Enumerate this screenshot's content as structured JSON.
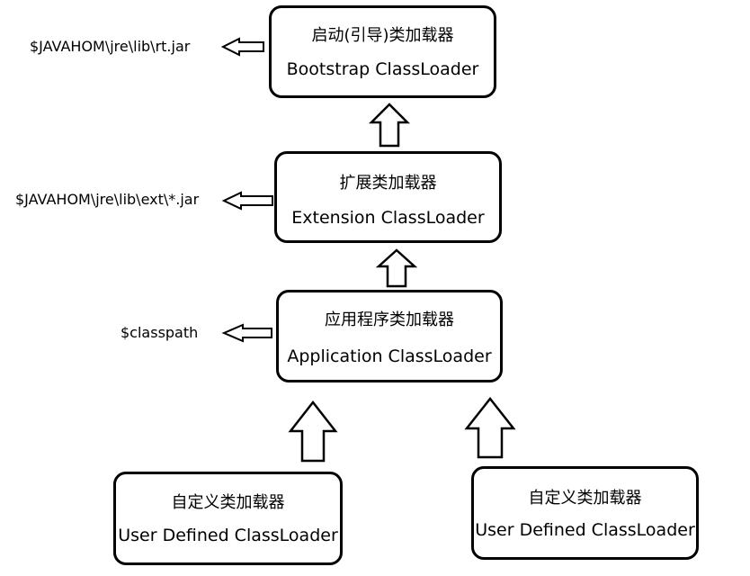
{
  "nodes": {
    "bootstrap": {
      "zh": "启动(引导)类加载器",
      "en": "Bootstrap ClassLoader"
    },
    "extension": {
      "zh": "扩展类加载器",
      "en": "Extension ClassLoader"
    },
    "application": {
      "zh": "应用程序类加载器",
      "en": "Application ClassLoader"
    },
    "user_left": {
      "zh": "自定义类加载器",
      "en": "User Defined ClassLoader"
    },
    "user_right": {
      "zh": "自定义类加载器",
      "en": "User Defined ClassLoader"
    }
  },
  "paths": {
    "bootstrap": "$JAVAHOM\\jre\\lib\\rt.jar",
    "extension": "$JAVAHOM\\jre\\lib\\ext\\*.jar",
    "application": "$classpath"
  },
  "colors": {
    "stroke": "#000000",
    "fill": "#ffffff"
  },
  "icons": {
    "up_arrow": "hollow-up-arrow",
    "left_arrow": "hollow-left-arrow"
  }
}
